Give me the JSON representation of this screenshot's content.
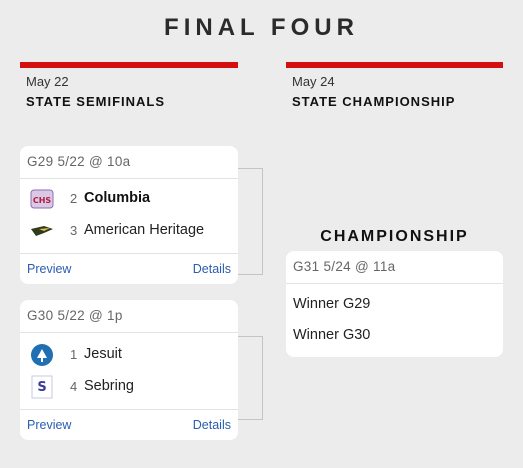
{
  "page": {
    "title": "FINAL FOUR"
  },
  "columns": [
    {
      "date": "May 22",
      "round": "STATE SEMIFINALS"
    },
    {
      "date": "May 24",
      "round": "STATE CHAMPIONSHIP"
    }
  ],
  "games": [
    {
      "header": "G29 5/22 @ 10a",
      "teams": [
        {
          "seed": "2",
          "name": "Columbia",
          "winner": true,
          "logo": "columbia-logo"
        },
        {
          "seed": "3",
          "name": "American Heritage",
          "winner": false,
          "logo": "american-heritage-logo"
        }
      ],
      "preview": "Preview",
      "details": "Details"
    },
    {
      "header": "G30 5/22 @ 1p",
      "teams": [
        {
          "seed": "1",
          "name": "Jesuit",
          "winner": false,
          "logo": "jesuit-logo"
        },
        {
          "seed": "4",
          "name": "Sebring",
          "winner": false,
          "logo": "sebring-logo"
        }
      ],
      "preview": "Preview",
      "details": "Details"
    }
  ],
  "championship": {
    "label": "CHAMPIONSHIP",
    "header": "G31 5/24 @ 11a",
    "slots": [
      "Winner G29",
      "Winner G30"
    ]
  },
  "colors": {
    "accent_bar": "#d40f0f",
    "link": "#2a5db0",
    "background": "#ececec"
  }
}
